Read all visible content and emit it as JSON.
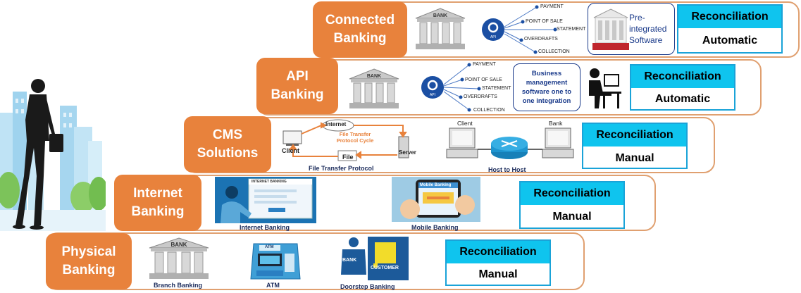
{
  "levels": [
    {
      "tag_line1": "Connected",
      "tag_line2": "Banking",
      "recon_header": "Reconciliation",
      "recon_value": "Automatic"
    },
    {
      "tag_line1": "API",
      "tag_line2": "Banking",
      "recon_header": "Reconciliation",
      "recon_value": "Automatic"
    },
    {
      "tag_line1": "CMS",
      "tag_line2": "Solutions",
      "recon_header": "Reconciliation",
      "recon_value": "Manual"
    },
    {
      "tag_line1": "Internet",
      "tag_line2": "Banking",
      "recon_header": "Reconciliation",
      "recon_value": "Manual"
    },
    {
      "tag_line1": "Physical",
      "tag_line2": "Banking",
      "recon_header": "Reconciliation",
      "recon_value": "Manual"
    }
  ],
  "api_fan": {
    "bank_label": "BANK",
    "api_label": "API",
    "items": [
      "PAYMENT",
      "POINT OF SALE",
      "STATEMENT",
      "OVERDRAFTS",
      "COLLECTION"
    ]
  },
  "connected": {
    "preintegrated": "Pre-integrated Software"
  },
  "api_banking": {
    "business_box": "Business management software one to one integration"
  },
  "cms": {
    "client": "Client",
    "internet": "Internet",
    "server": "Server",
    "file": "File",
    "cycle": "File Transfer Protocol Cycle",
    "ftp_caption": "File Transfer Protocol",
    "h2h_client": "Client",
    "h2h_bank": "Bank",
    "h2h_caption": "Host to Host"
  },
  "internet": {
    "ib_caption": "Internet Banking",
    "ib_screen_title": "INTERNET BANKING",
    "mb_caption": "Mobile Banking",
    "mb_screen_title": "Mobile Banking"
  },
  "physical": {
    "branch_caption": "Branch Banking",
    "atm_caption": "ATM",
    "atm_label": "ATM",
    "doorstep_caption": "Doorstep Banking",
    "bank_word": "BANK",
    "customer_word": "CUSTOMER"
  },
  "colors": {
    "tag_orange": "#e8823c",
    "band_border": "#e0a070",
    "recon_header": "#0fc4ee",
    "recon_border": "#1aa3d8",
    "navy": "#1a3a8a"
  }
}
